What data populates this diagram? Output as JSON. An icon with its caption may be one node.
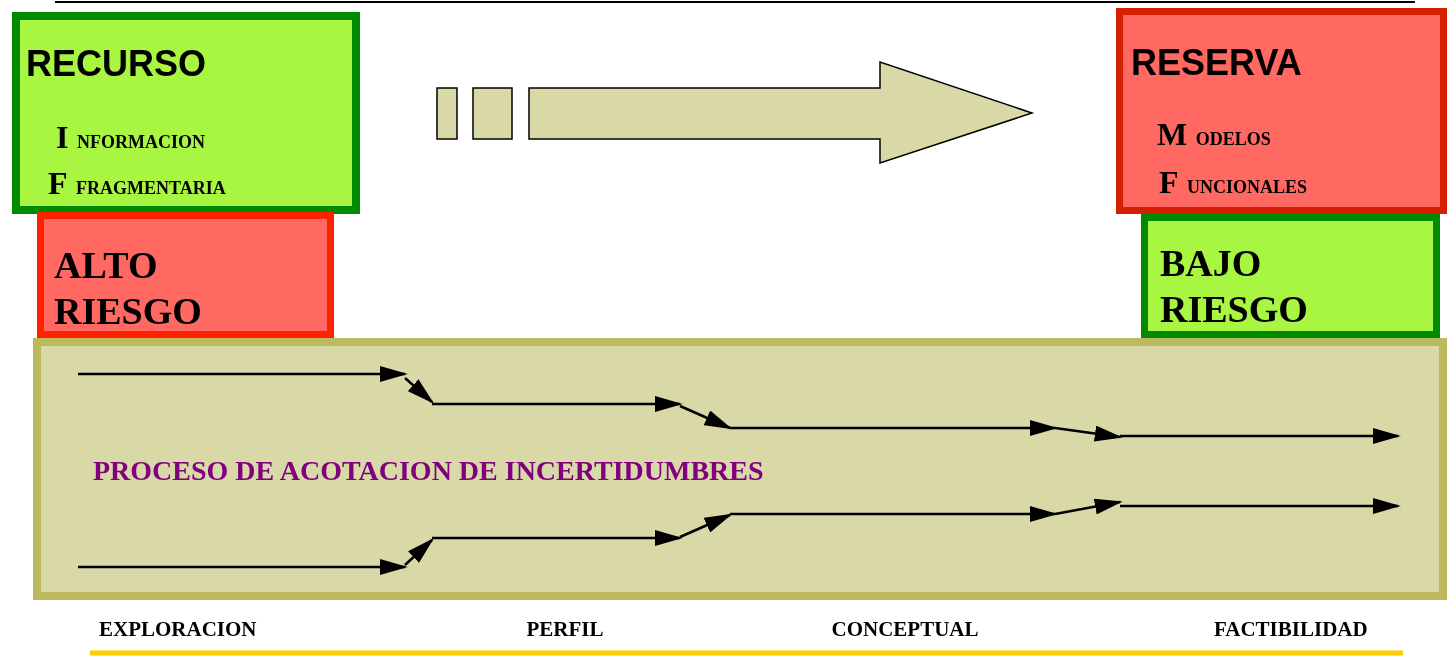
{
  "diagram": {
    "nodes": [
      {
        "text": [
          "RECURSO",
          "I NFORMACION",
          "F FRAGMENTARIA"
        ]
      },
      {
        "text": [
          "ALTO RIESGO"
        ]
      },
      {
        "text": [
          "RESERVA",
          "M ODELOS",
          "F UNCIONALES"
        ]
      },
      {
        "text": [
          "BAJO RIESGO"
        ]
      },
      {
        "text": [
          "PROCESO DE ACOTACION DE INCERTIDUMBRES"
        ]
      }
    ],
    "edges": [],
    "labels": [
      "EXPLORACION",
      "PERFIL",
      "CONCEPTUAL",
      "FACTIBILIDAD"
    ]
  }
}
